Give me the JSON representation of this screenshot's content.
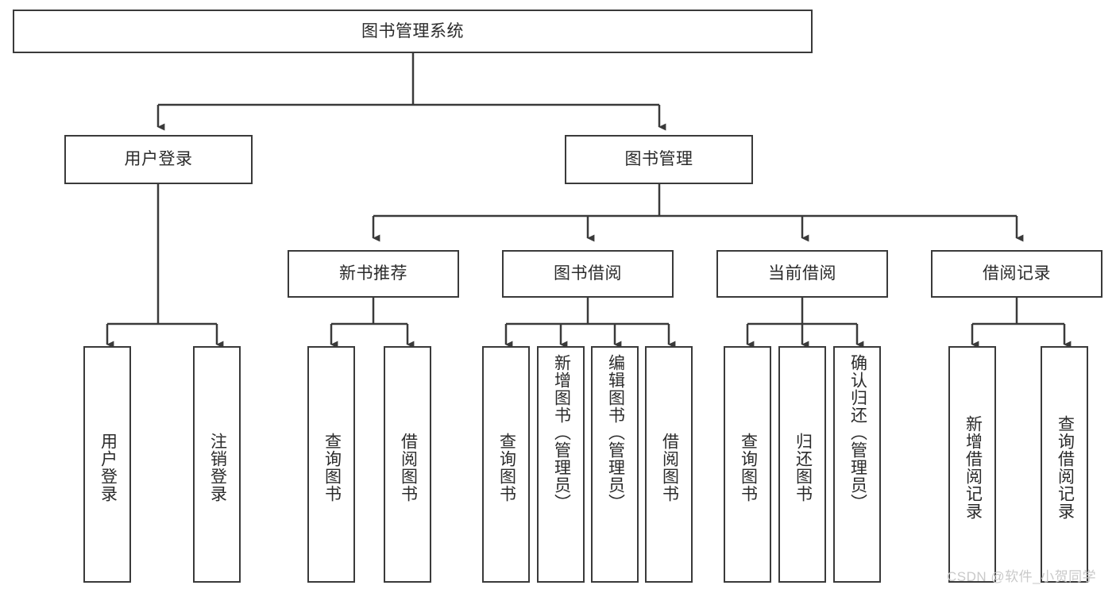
{
  "diagram": {
    "title": "图书管理系统",
    "colors": {
      "box_border": "#3a3a3a",
      "box_fill": "#ffffff",
      "line": "#3a3a3a",
      "text": "#2b2b2b",
      "watermark": "#c9c9c9"
    },
    "root": {
      "label": "图书管理系统"
    },
    "level2": [
      {
        "label": "用户登录"
      },
      {
        "label": "图书管理"
      }
    ],
    "level3": [
      {
        "label": "新书推荐"
      },
      {
        "label": "图书借阅"
      },
      {
        "label": "当前借阅"
      },
      {
        "label": "借阅记录"
      }
    ],
    "leaves": {
      "user_login": [
        {
          "label": "用户登录"
        },
        {
          "label": "注销登录"
        }
      ],
      "new_book_recommend": [
        {
          "label": "查询图书"
        },
        {
          "label": "借阅图书"
        }
      ],
      "book_borrow": [
        {
          "label": "查询图书"
        },
        {
          "label": "新增图书（管理员）"
        },
        {
          "label": "编辑图书（管理员）"
        },
        {
          "label": "借阅图书"
        }
      ],
      "current_borrow": [
        {
          "label": "查询图书"
        },
        {
          "label": "归还图书"
        },
        {
          "label": "确认归还（管理员）"
        }
      ],
      "borrow_record": [
        {
          "label": "新增借阅记录"
        },
        {
          "label": "查询借阅记录"
        }
      ]
    },
    "watermark": "CSDN @软件_小贺同学"
  }
}
